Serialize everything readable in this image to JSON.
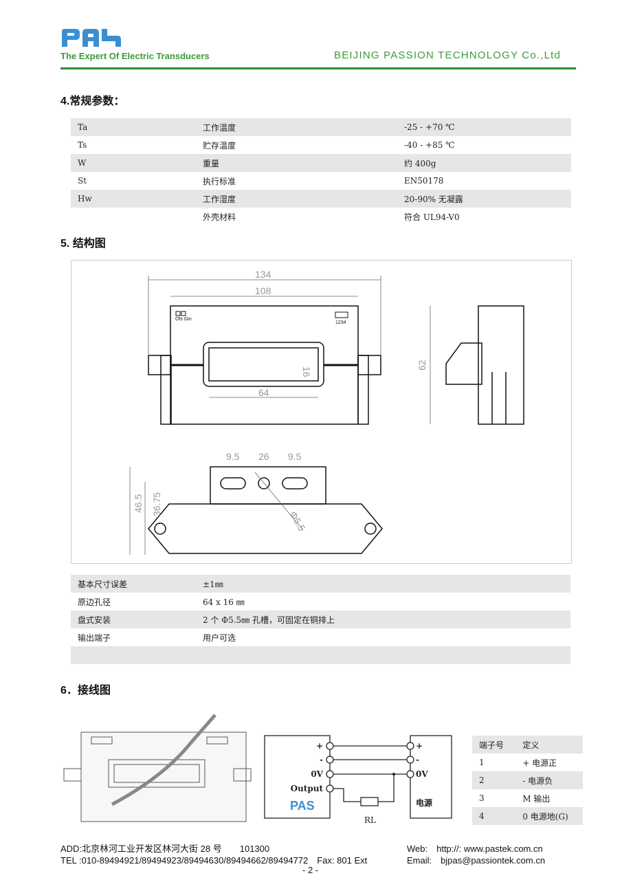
{
  "header": {
    "logo": "PAS",
    "tagline": "The Expert Of Electric Transducers",
    "company": "BEIJING PASSION TECHNOLOGY Co.,Ltd",
    "brand_color": "#3b8fd0",
    "accent_color": "#2e8b2e"
  },
  "section4": {
    "title": "4.常规参数：",
    "rows": [
      [
        "Ta",
        "工作温度",
        "-25 - +70 ℃"
      ],
      [
        "Ts",
        "贮存温度",
        "-40 - +85 ℃"
      ],
      [
        "W",
        "重量",
        "约 400g"
      ],
      [
        "St",
        "执行标准",
        "EN50178"
      ],
      [
        "Hw",
        "工作湿度",
        "20-90% 无凝露"
      ],
      [
        "",
        "外壳材料",
        "符合 UL94-V0"
      ]
    ]
  },
  "section5": {
    "title": "5. 结构图",
    "drawing": {
      "dims": {
        "overall": "134",
        "body": "108",
        "window_h": "16",
        "window_w": "64",
        "height": "62",
        "slot1": "9.5",
        "pitch": "26",
        "slot2": "9.5",
        "h1": "46.5",
        "h2": "36.75",
        "hole": "Φ5.5"
      },
      "labels": {
        "pots": "Ofs Gin",
        "terminals": "1234"
      }
    },
    "rows": [
      [
        "基本尺寸误差",
        "±1㎜"
      ],
      [
        "原边孔径",
        "64 x 16 ㎜"
      ],
      [
        "盘式安装",
        "2 个 Φ5.5㎜ 孔槽，可固定在铜排上"
      ],
      [
        "输出端子",
        "用户可选"
      ],
      [
        "",
        ""
      ]
    ]
  },
  "section6": {
    "title": "6．接线图",
    "circuit": {
      "left": [
        "+",
        "-",
        "0V",
        "Output"
      ],
      "right": [
        "+",
        "-",
        "0V"
      ],
      "supply": "电源",
      "load": "RL",
      "logo": "PAS"
    },
    "terminal_table": {
      "headers": [
        "端子号",
        "定义"
      ],
      "rows": [
        [
          "1",
          "+ 电源正"
        ],
        [
          "2",
          "- 电源负"
        ],
        [
          "3",
          "M 输出"
        ],
        [
          "4",
          "0 电源地(G)"
        ]
      ]
    }
  },
  "footer": {
    "address": "ADD:北京林河工业开发区林河大街 28 号　　101300",
    "tel": "TEL :010-89494921/89494923/89494630/89494662/89494772　Fax: 801 Ext",
    "web": "Web:　http://: www.pastek.com.cn",
    "email": "Email:　bjpas@passiontek.com.cn",
    "page": "- 2 -"
  }
}
